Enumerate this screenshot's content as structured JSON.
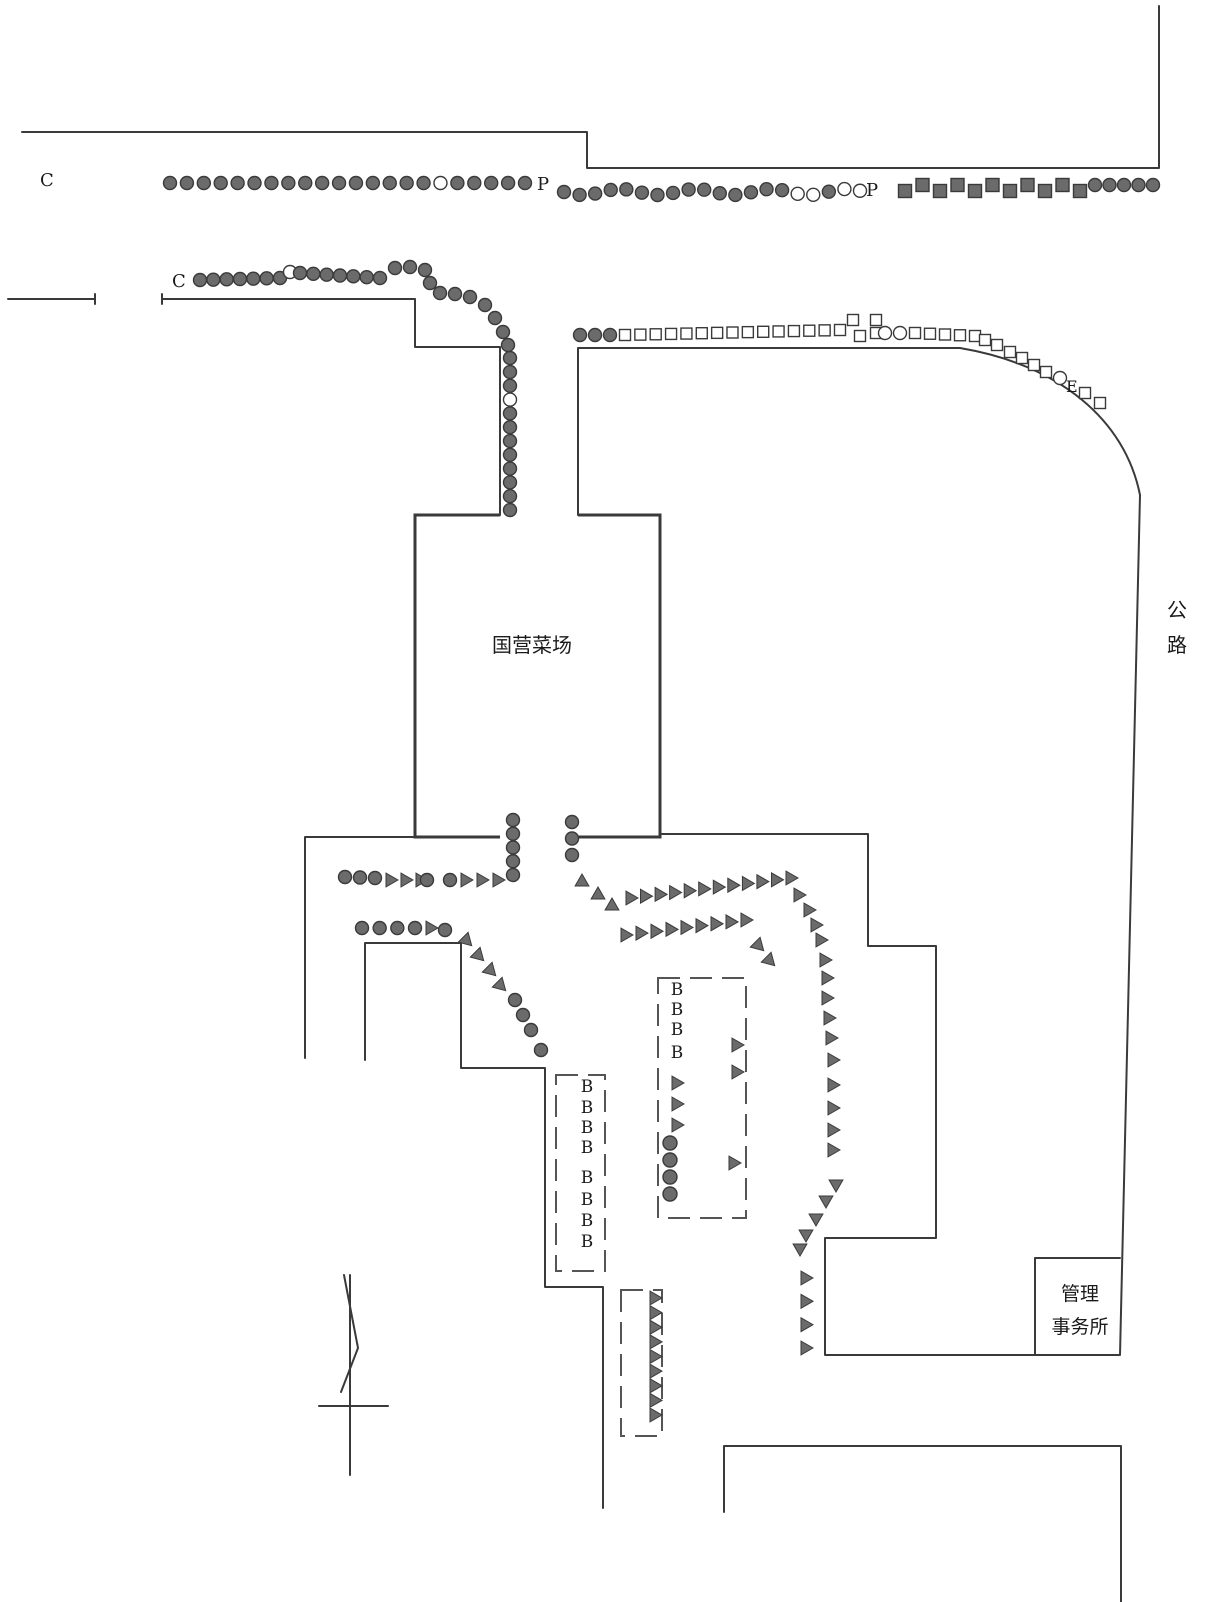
{
  "labels": {
    "market": "国营菜场",
    "road_1": "公",
    "road_2": "路",
    "office_1": "管理",
    "office_2": "事务所",
    "c_top": "C",
    "c_mid": "C",
    "p_1": "P",
    "p_2": "P",
    "e": "E",
    "b": "B"
  },
  "symbols": {
    "filled_circle": "filled-circle-marker",
    "open_circle": "open-circle-marker",
    "open_square": "open-square-marker",
    "filled_square": "filled-square-marker",
    "triangle": "triangle-marker"
  },
  "colors": {
    "ink": "#3a3a3a",
    "marker_fill": "#6b6b6b",
    "marker_stroke": "#3a3a3a",
    "background": "#ffffff"
  }
}
